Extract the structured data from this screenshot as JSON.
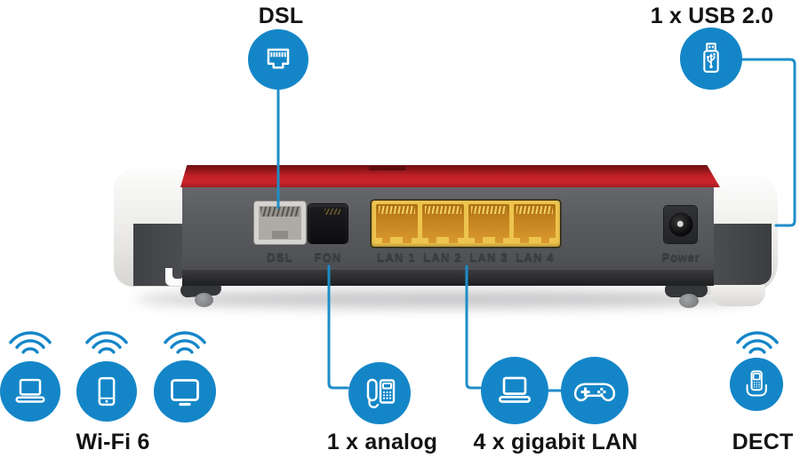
{
  "callouts": {
    "dsl": {
      "label": "DSL",
      "icon": "rj45-port-icon"
    },
    "usb": {
      "label": "1 x USB 2.0",
      "icon": "usb-stick-icon"
    },
    "wifi": {
      "label": "Wi-Fi 6",
      "icons": [
        "laptop-icon",
        "smartphone-icon",
        "tv-icon"
      ]
    },
    "analog": {
      "label": "1 x analog",
      "icon": "desk-phone-icon"
    },
    "gigabit_lan": {
      "label": "4 x gigabit LAN",
      "icons": [
        "laptop-icon",
        "gamepad-icon"
      ]
    },
    "dect": {
      "label": "DECT",
      "icon": "dect-handset-icon"
    }
  },
  "router": {
    "ports": [
      {
        "label": "DSL"
      },
      {
        "label": "FON"
      },
      {
        "label": "LAN 1"
      },
      {
        "label": "LAN 2"
      },
      {
        "label": "LAN 3"
      },
      {
        "label": "LAN 4"
      },
      {
        "label": "Power"
      }
    ]
  },
  "colors": {
    "accent_blue": "#1486c8",
    "connector_blue": "#1e8dc8",
    "band_red": "#c22127",
    "body_gray": "#56585c",
    "lan_yellow": "#edc44e",
    "lan_orange": "#c2811d",
    "label_text": "#141414"
  }
}
